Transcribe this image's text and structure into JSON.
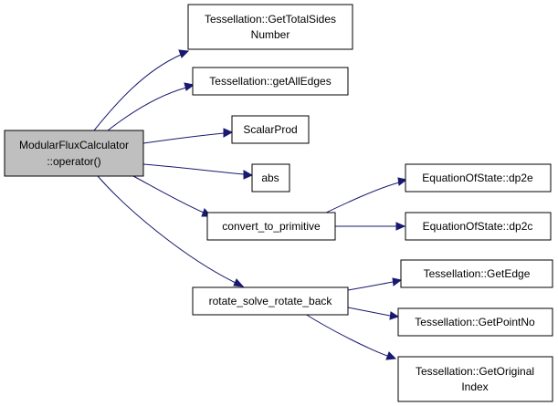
{
  "nodes": {
    "root": {
      "line1": "ModularFluxCalculator",
      "line2": "::operator()"
    },
    "total_sides": {
      "line1": "Tessellation::GetTotalSides",
      "line2": "Number"
    },
    "all_edges": {
      "label": "Tessellation::getAllEdges"
    },
    "scalar_prod": {
      "label": "ScalarProd"
    },
    "abs": {
      "label": "abs"
    },
    "convert": {
      "label": "convert_to_primitive"
    },
    "dp2e": {
      "label": "EquationOfState::dp2e"
    },
    "dp2c": {
      "label": "EquationOfState::dp2c"
    },
    "rotate": {
      "label": "rotate_solve_rotate_back"
    },
    "get_edge": {
      "label": "Tessellation::GetEdge"
    },
    "point_no": {
      "label": "Tessellation::GetPointNo"
    },
    "orig_index": {
      "line1": "Tessellation::GetOriginal",
      "line2": "Index"
    }
  },
  "colors": {
    "edge": "#191970",
    "root_fill": "#bfbfbf",
    "node_fill": "#ffffff",
    "border": "#000000"
  }
}
